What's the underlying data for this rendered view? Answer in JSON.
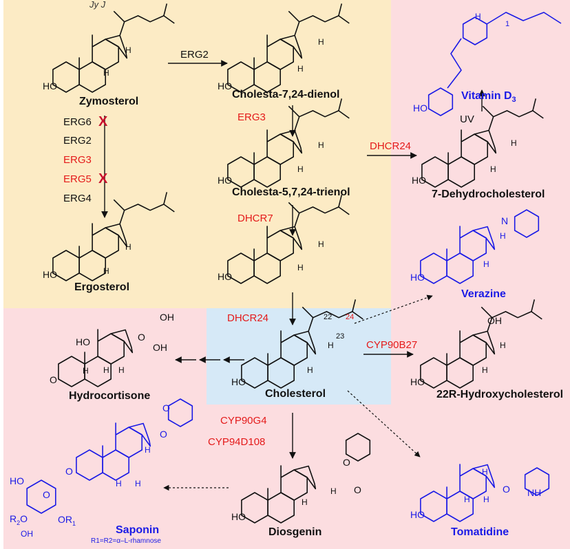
{
  "header_text": "Jy J",
  "colors": {
    "yellow_bg": "#fcebc5",
    "pink_bg": "#fcdde0",
    "blue_bg": "#d6e9f7",
    "enzyme": "#e41a1a",
    "product": "#1a1ae6",
    "blocked": "#c8102e"
  },
  "compounds": {
    "zymosterol": "Zymosterol",
    "cholesta_724": "Cholesta-7,24-dienol",
    "cholesta_5724": "Cholesta-5,7,24-trienol",
    "vitamin_d3_base": "Vitamin D",
    "vitamin_d3_sub": "3",
    "dehydro": "7-Dehydrocholesterol",
    "ergosterol": "Ergosterol",
    "verazine": "Verazine",
    "hydrocortisone": "Hydrocortisone",
    "cholesterol": "Cholesterol",
    "hydroxychol": "22R-Hydroxycholesterol",
    "saponin": "Saponin",
    "saponin_note": "R1=R2=α–L-rhamnose",
    "diosgenin": "Diosgenin",
    "tomatidine": "Tomatidine"
  },
  "enzymes": {
    "erg2_top": "ERG2",
    "erg6": "ERG6",
    "erg2_left": "ERG2",
    "erg3_left": "ERG3",
    "erg5": "ERG5",
    "erg4": "ERG4",
    "erg3_mid": "ERG3",
    "dhcr24_top": "DHCR24",
    "dhcr7": "DHCR7",
    "dhcr24_mid": "DHCR24",
    "cyp90b27": "CYP90B27",
    "cyp90g4": "CYP90G4",
    "cyp94d108": "CYP94D108",
    "uv": "UV"
  },
  "atom_labels": {
    "ho": "HO",
    "o": "O",
    "oh": "OH",
    "h": "H",
    "n": "N",
    "nh": "NH",
    "r1": "OR",
    "r1_sub": "1",
    "r2": "R",
    "r2_sub": "2",
    "c22": "22",
    "c23": "23",
    "c24": "24",
    "c1": "1"
  }
}
